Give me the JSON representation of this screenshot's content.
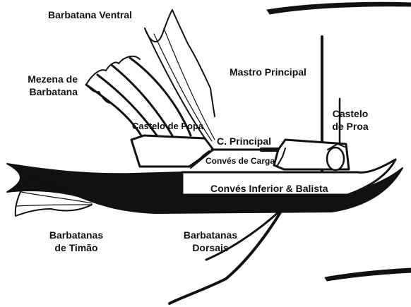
{
  "labels": {
    "barbatana_ventral": "Barbatana Ventral",
    "mezena_1": "Mezena de",
    "mezena_2": "Barbatana",
    "mastro_principal": "Mastro Principal",
    "castelo_popa": "Castelo de Popa",
    "castelo_proa_1": "Castelo",
    "castelo_proa_2": "de Proa",
    "c_principal": "C. Principal",
    "conves_carga": "Convés de Carga",
    "conves_inferior": "Convés Inferior & Balista",
    "barbatanas_timao_1": "Barbatanas",
    "barbatanas_timao_2": "de Timão",
    "barbatanas_dorsais_1": "Barbatanas",
    "barbatanas_dorsais_2": "Dorsais"
  },
  "colors": {
    "ink": "#111111",
    "background": "#ffffff"
  }
}
